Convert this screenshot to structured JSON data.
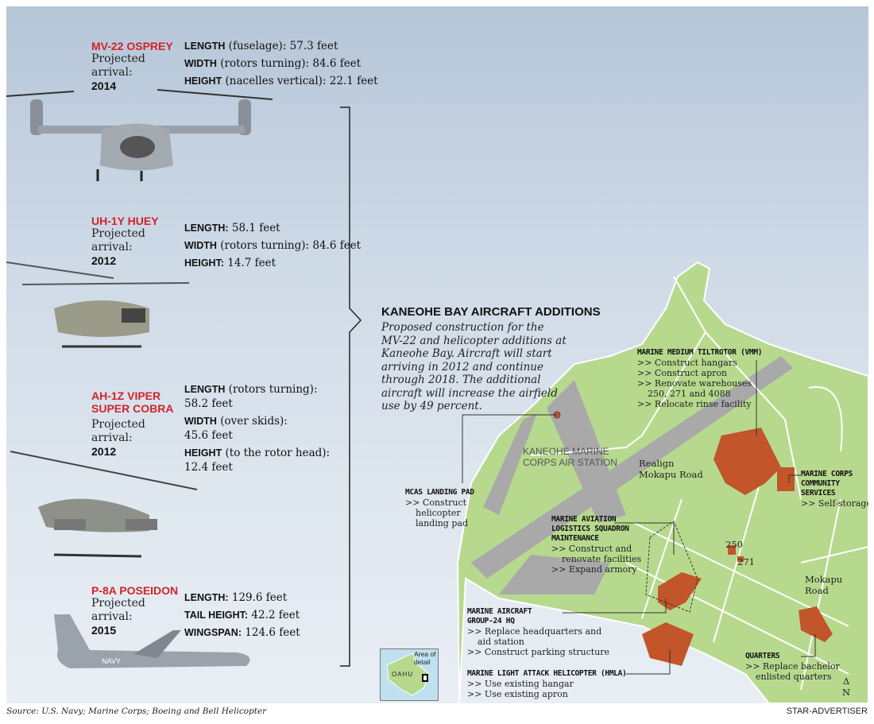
{
  "aircraft": [
    {
      "name": "MV-22 OSPREY",
      "projected": "Projected arrival:",
      "year": "2014",
      "specs": [
        {
          "label": "LENGTH",
          "detail": " (fuselage): 57.3 feet"
        },
        {
          "label": "WIDTH",
          "detail": " (rotors turning): 84.6 feet"
        },
        {
          "label": "HEIGHT",
          "detail": " (nacelles vertical): 22.1 feet"
        }
      ]
    },
    {
      "name": "UH-1Y HUEY",
      "projected": "Projected arrival:",
      "year": "2012",
      "specs": [
        {
          "label": "LENGTH:",
          "detail": " 58.1 feet"
        },
        {
          "label": "WIDTH",
          "detail": " (rotors turning): 84.6 feet"
        },
        {
          "label": "HEIGHT:",
          "detail": " 14.7 feet"
        }
      ]
    },
    {
      "name": "AH-1Z VIPER SUPER COBRA",
      "projected": "Projected arrival:",
      "year": "2012",
      "specs": [
        {
          "label": "LENGTH",
          "detail": " (rotors turning):",
          "value": "58.2 feet"
        },
        {
          "label": "WIDTH",
          "detail": " (over skids):",
          "value": "45.6 feet"
        },
        {
          "label": "HEIGHT",
          "detail": " (to the rotor head):",
          "value": "12.4 feet"
        }
      ]
    },
    {
      "name": "P-8A POSEIDON",
      "projected": "Projected arrival:",
      "year": "2015",
      "specs": [
        {
          "label": "LENGTH:",
          "detail": " 129.6 feet"
        },
        {
          "label": "TAIL HEIGHT:",
          "detail": " 42.2 feet"
        },
        {
          "label": "WINGSPAN:",
          "detail": " 124.6 feet"
        }
      ]
    }
  ],
  "main": {
    "title": "KANEOHE BAY AIRCRAFT ADDITIONS",
    "intro": "Proposed construction for the MV-22 and helicopter additions at Kaneohe Bay. Aircraft will start arriving in 2012 and continue through 2018. The additional aircraft will increase the airfield use by 49 percent."
  },
  "map": {
    "station": [
      "KANEOHE MARINE",
      "CORPS AIR STATION"
    ],
    "realign": [
      "Realign",
      "Mokapu Road"
    ],
    "mokapu": "Mokapu Road",
    "bldg250": "250",
    "bldg271": "271",
    "north": "N",
    "north_arrow": "Δ",
    "inset": {
      "island": "OAHU",
      "area": "Area of detail"
    },
    "callouts": [
      {
        "title": [
          "MARINE MEDIUM TILTROTOR (VMM)"
        ],
        "items": [
          ">> Construct hangars",
          ">> Construct apron",
          ">> Renovate warehouses",
          "    250, 271 and 4088",
          ">> Relocate rinse facility"
        ]
      },
      {
        "title": [
          "MARINE CORPS",
          "COMMUNITY",
          "SERVICES"
        ],
        "items": [
          ">> Self-storage"
        ]
      },
      {
        "title": [
          "MCAS LANDING PAD"
        ],
        "items": [
          ">> Construct",
          "    helicopter",
          "    landing pad"
        ]
      },
      {
        "title": [
          "MARINE AVIATION",
          "LOGISTICS SQUADRON",
          "MAINTENANCE"
        ],
        "items": [
          ">> Construct and",
          "    renovate facilities",
          ">> Expand armory"
        ]
      },
      {
        "title": [
          "MARINE AIRCRAFT",
          "GROUP-24 HQ"
        ],
        "items": [
          ">> Replace headquarters and",
          "    aid station",
          ">> Construct parking structure"
        ]
      },
      {
        "title": [
          "MARINE LIGHT ATTACK HELICOPTER (HMLA)"
        ],
        "items": [
          ">> Use existing hangar",
          ">> Use existing apron"
        ]
      },
      {
        "title": [
          "QUARTERS"
        ],
        "items": [
          ">> Replace bachelor",
          "    enlisted quarters"
        ]
      }
    ]
  },
  "footer": {
    "source": "Source: U.S. Navy; Marine Corps; Boeing and Bell Helicopter",
    "credit": "STAR-ADVERTISER"
  },
  "colors": {
    "land": "#b7d98e",
    "runway": "#a9a9a9",
    "construction": "#c2552a",
    "accent": "#d2232a"
  }
}
